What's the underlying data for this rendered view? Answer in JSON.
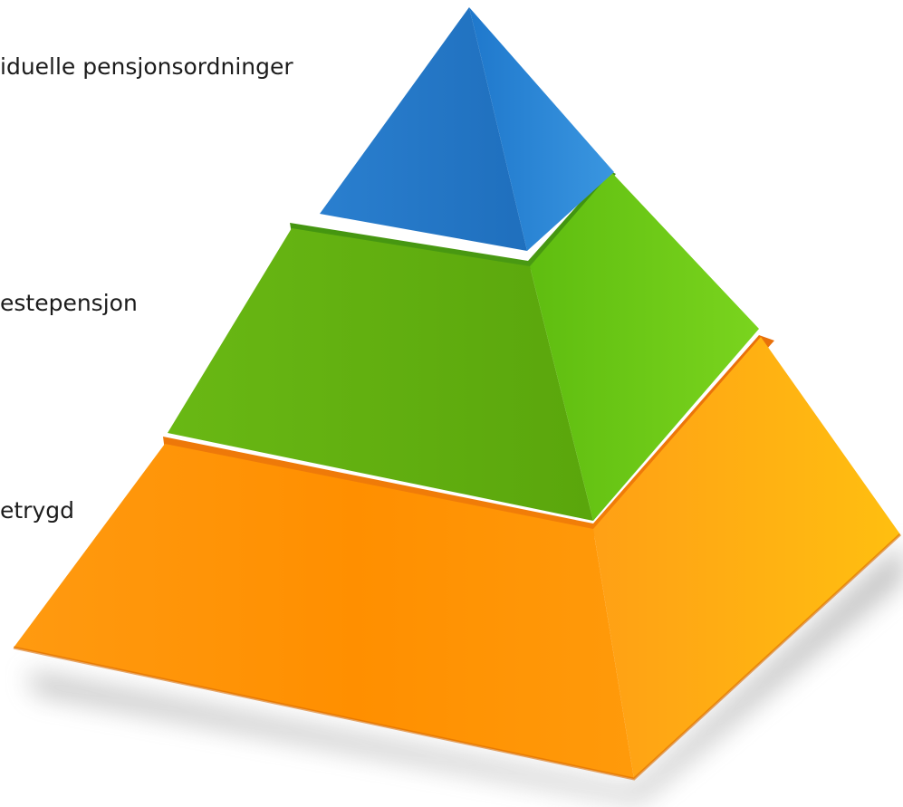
{
  "diagram": {
    "type": "pyramid",
    "tiers": [
      {
        "id": "top",
        "label": "iduelle pensjonsordninger",
        "color": "#1f7fd0"
      },
      {
        "id": "middle",
        "label": "estepensjon",
        "color": "#6ec417"
      },
      {
        "id": "bottom",
        "label": "etrygd",
        "color": "#ff9a0a"
      }
    ]
  }
}
